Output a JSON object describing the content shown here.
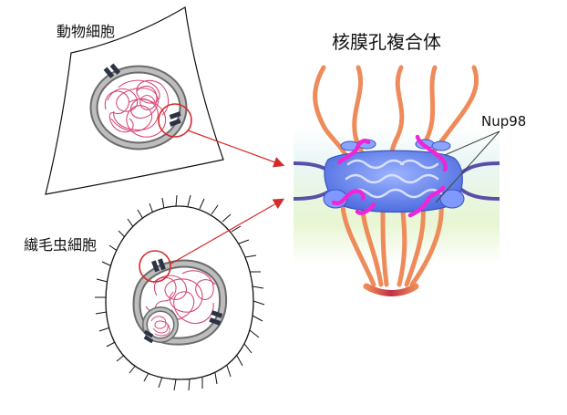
{
  "labels": {
    "animal_cell": "動物細胞",
    "ciliate_cell": "繊毛虫細胞",
    "npc_title": "核膜孔複合体",
    "nup98": "Nup98"
  },
  "colors": {
    "chromatin": "#d64a78",
    "nuclear_envelope": "#8c8c8c",
    "pore": "#2b3344",
    "highlight_circle": "#d42a2a",
    "arrow": "#d42a2a",
    "filament": "#ef8a5a",
    "complex_body": "#6e8ff2",
    "nup98": "#f025d8",
    "membrane": "#5a4fa8",
    "background_gradient_top": "#eaf6f6",
    "background_gradient_bottom": "#e2f5b6"
  }
}
